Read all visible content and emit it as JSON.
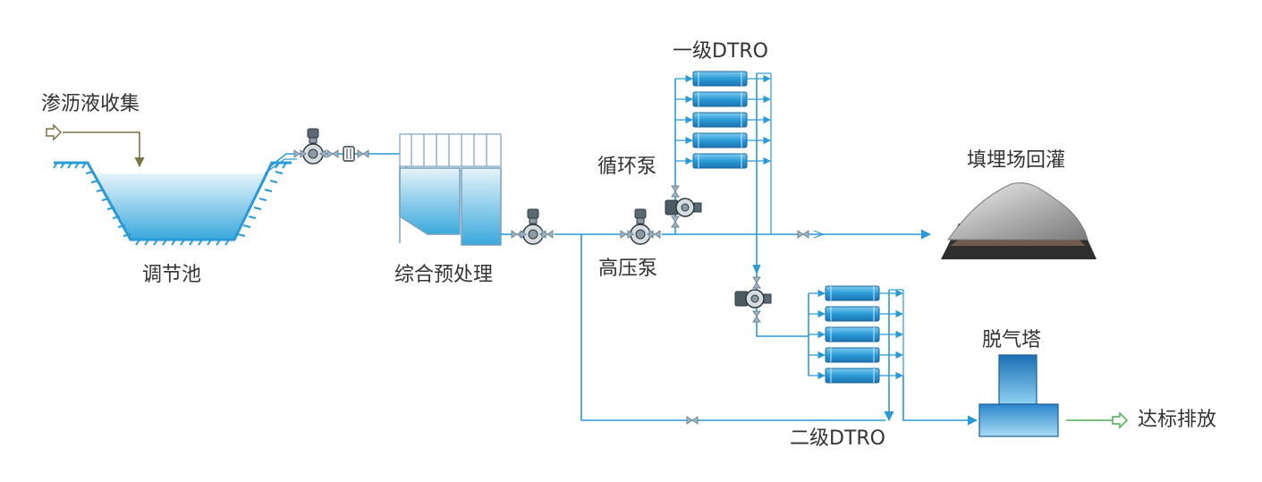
{
  "labels": {
    "collection": "渗沥液收集",
    "tank": "调节池",
    "pretreatment": "综合预处理",
    "dtro1": "一级DTRO",
    "circulation_pump": "循环泵",
    "high_pressure_pump": "高压泵",
    "landfill": "填埋场回灌",
    "dtro2": "二级DTRO",
    "degassing": "脱气塔",
    "discharge": "达标排放"
  },
  "colors": {
    "flow_line": "#2a9ad6",
    "input_line": "#7d7446",
    "output_line": "#4caf50",
    "module": "#3aa6dc",
    "water_light": "#d8eef9",
    "water_deep": "#3aa8dc",
    "tower_top": "#1f7cc0",
    "landfill_rock": "#9e9e9e",
    "landfill_base": "#2e2e2e"
  },
  "icons": {
    "valve": "bowtie-valve-icon",
    "pump": "pump-icon",
    "filter": "filter-icon",
    "arrow_in": "hollow-arrow-icon",
    "arrow_out": "hollow-arrow-icon"
  }
}
